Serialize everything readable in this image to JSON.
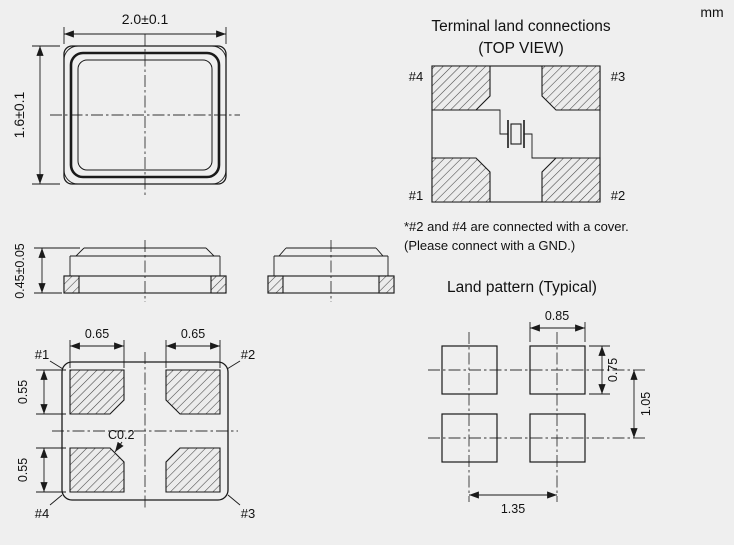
{
  "units_label": "mm",
  "package_top_view": {
    "width_dim": "2.0±0.1",
    "height_dim": "1.6±0.1"
  },
  "side_view": {
    "height_dim": "0.45±0.05"
  },
  "terminal_land_connections": {
    "title": "Terminal land connections",
    "subtitle": "(TOP VIEW)",
    "pad_top_left": "#4",
    "pad_top_right": "#3",
    "pad_bottom_left": "#1",
    "pad_bottom_right": "#2",
    "note_line1": "*#2 and #4 are connected with a cover.",
    "note_line2": "(Please connect with a GND.)"
  },
  "package_bottom_view": {
    "pad_top_left": "#1",
    "pad_top_right": "#2",
    "pad_bottom_left": "#4",
    "pad_bottom_right": "#3",
    "pad_width_left_dim": "0.65",
    "pad_width_right_dim": "0.65",
    "pad_height_top_dim": "0.55",
    "pad_height_bottom_dim": "0.55",
    "chamfer_dim": "C0.2"
  },
  "land_pattern": {
    "title": "Land pattern (Typical)",
    "pad_width_dim": "0.85",
    "pad_height_dim": "0.75",
    "vertical_pitch_dim": "1.05",
    "horizontal_pitch_dim": "1.35"
  }
}
